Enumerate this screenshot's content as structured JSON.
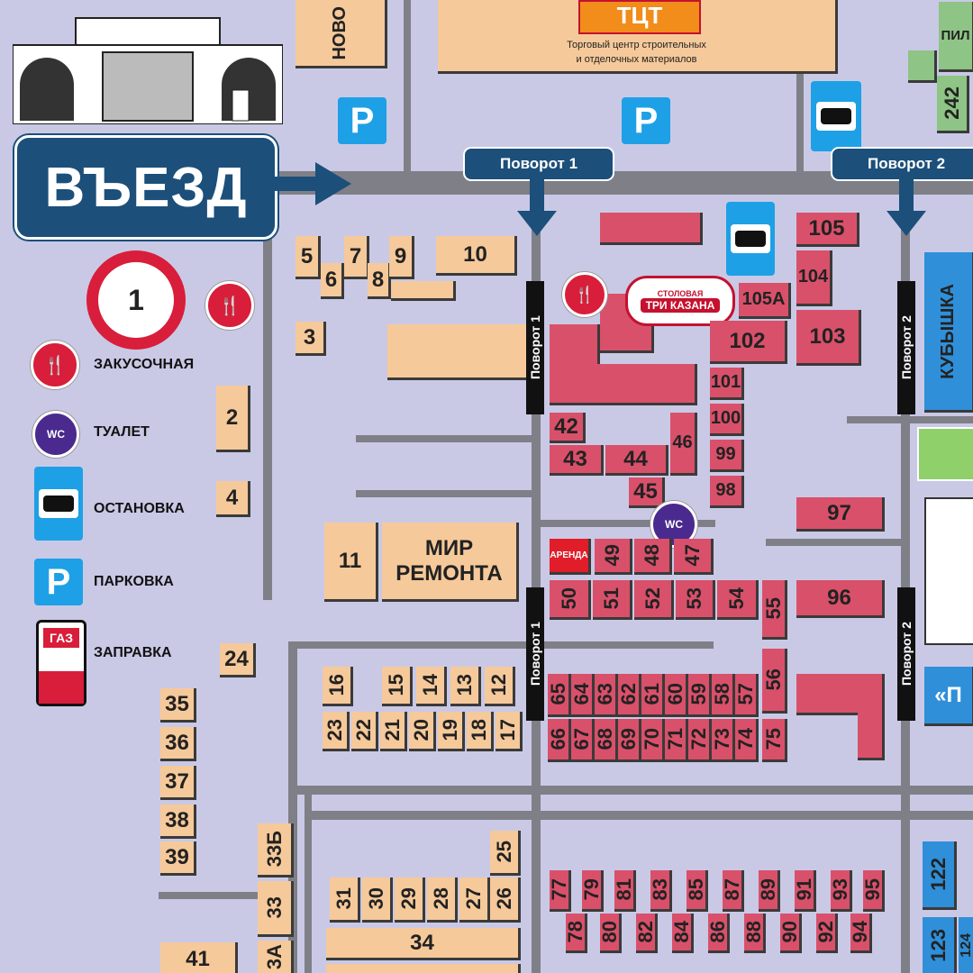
{
  "entrance_label": "ВЪЕЗД",
  "turn1_label": "Поворот 1",
  "turn2_label": "Поворот 2",
  "top_center": {
    "logo_text": "ТЦТ",
    "caption_line1": "Торговый центр строительных",
    "caption_line2": "и отделочных материалов"
  },
  "top_labels": {
    "novo": "НОВО",
    "pil": "ПИЛ"
  },
  "legend": {
    "zone_number": "1",
    "items": [
      {
        "icon": "food-icon",
        "label": "ЗАКУСОЧНАЯ"
      },
      {
        "icon": "wc-icon",
        "label": "ТУАЛЕТ"
      },
      {
        "icon": "bus-stop-icon",
        "label": "ОСТАНОВКА"
      },
      {
        "icon": "parking-icon",
        "label": "ПАРКОВКА"
      },
      {
        "icon": "gas-station-icon",
        "label": "ЗАПРАВКА"
      }
    ],
    "gas_text": "ГАЗ",
    "wc_text": "WC",
    "parking_text": "P"
  },
  "canteen": {
    "line1": "СТОЛОВАЯ",
    "line2": "ТРИ КАЗАНА"
  },
  "mir_remonta": {
    "line1": "МИР",
    "line2": "РЕМОНТА"
  },
  "rent_label": "АРЕНДА",
  "right_labels": {
    "kubik": "КУБЫШКА",
    "right2": "«П"
  },
  "buildings": {
    "b2": "2",
    "b3": "3",
    "b4": "4",
    "b5": "5",
    "b6": "6",
    "b7": "7",
    "b8": "8",
    "b9": "9",
    "b10": "10",
    "b11": "11",
    "b12": "12",
    "b13": "13",
    "b14": "14",
    "b15": "15",
    "b16": "16",
    "b17": "17",
    "b18": "18",
    "b19": "19",
    "b20": "20",
    "b21": "21",
    "b22": "22",
    "b23": "23",
    "b24": "24",
    "b25": "25",
    "b26": "26",
    "b27": "27",
    "b28": "28",
    "b29": "29",
    "b30": "30",
    "b31": "31",
    "b33": "33",
    "b33b": "33Б",
    "b34": "34",
    "b35": "35",
    "b36": "36",
    "b37": "37",
    "b38": "38",
    "b39": "39",
    "b41": "41",
    "b3a": "3А",
    "b42": "42",
    "b43": "43",
    "b44": "44",
    "b45": "45",
    "b46": "46",
    "b47": "47",
    "b48": "48",
    "b49": "49",
    "b50": "50",
    "b51": "51",
    "b52": "52",
    "b53": "53",
    "b54": "54",
    "b55": "55",
    "b56": "56",
    "b57": "57",
    "b58": "58",
    "b59": "59",
    "b60": "60",
    "b61": "61",
    "b62": "62",
    "b63": "63",
    "b64": "64",
    "b65": "65",
    "b66": "66",
    "b67": "67",
    "b68": "68",
    "b69": "69",
    "b70": "70",
    "b71": "71",
    "b72": "72",
    "b73": "73",
    "b74": "74",
    "b75": "75",
    "b77": "77",
    "b78": "78",
    "b79": "79",
    "b80": "80",
    "b81": "81",
    "b82": "82",
    "b83": "83",
    "b84": "84",
    "b85": "85",
    "b86": "86",
    "b87": "87",
    "b88": "88",
    "b89": "89",
    "b90": "90",
    "b91": "91",
    "b92": "92",
    "b93": "93",
    "b94": "94",
    "b95": "95",
    "b96": "96",
    "b97": "97",
    "b98": "98",
    "b99": "99",
    "b100": "100",
    "b101": "101",
    "b102": "102",
    "b103": "103",
    "b104": "104",
    "b105": "105",
    "b105a": "105А",
    "b122": "122",
    "b123": "123",
    "b124": "124",
    "b242": "242"
  },
  "colors": {
    "pavilion": "#f6c99a",
    "pavilion_red": "#d9506a",
    "blue": "#2f8fd9",
    "road": "#7f7f87",
    "sign": "#1c4f7a"
  }
}
